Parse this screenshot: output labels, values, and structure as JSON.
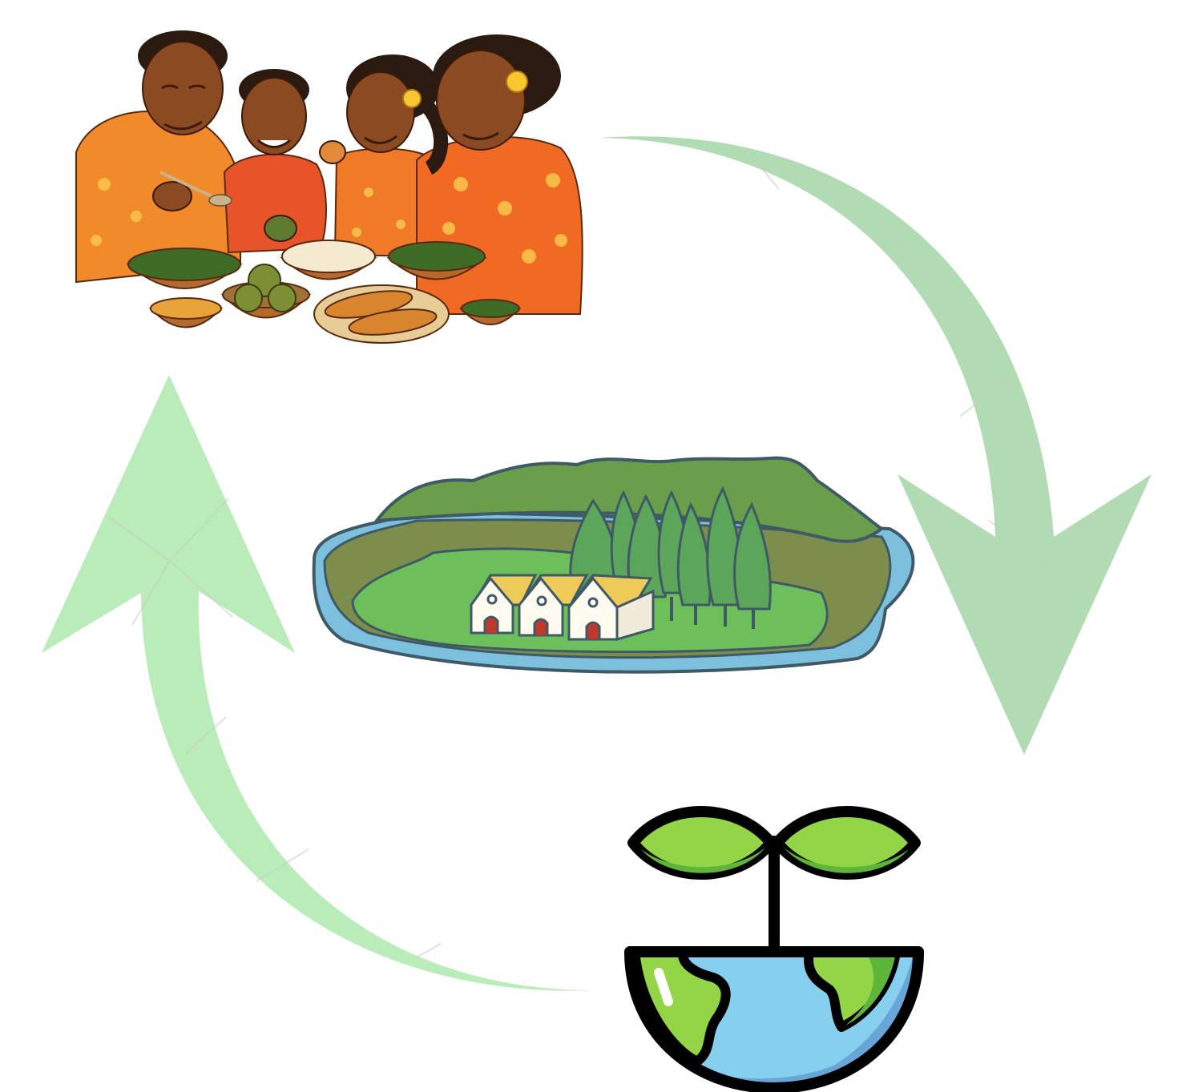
{
  "diagram": {
    "type": "cycle",
    "nodes": [
      {
        "id": "family-meal",
        "icon": "family-eating-icon"
      },
      {
        "id": "island-village",
        "icon": "island-village-icon"
      },
      {
        "id": "earth-sprout",
        "icon": "earth-sprout-icon"
      }
    ],
    "arrows": [
      {
        "from": "family-meal",
        "to": "earth-sprout",
        "direction": "clockwise"
      },
      {
        "from": "earth-sprout",
        "to": "family-meal",
        "direction": "clockwise"
      }
    ]
  },
  "colors": {
    "arrow_right": "#b1dbb2",
    "arrow_left": "#b9ecb9",
    "arrow_seam": "#c8c8c8",
    "leaf": "#94d447",
    "leaf_shade": "#5db53a",
    "ocean": "#87cfee",
    "ocean_shade": "#69a6d8",
    "land": "#94d447",
    "land_shade": "#5db53a",
    "outline": "#000000",
    "hill": "#6a9e4a",
    "meadow": "#6dbf5c",
    "field": "#7d8d4c",
    "water": "#7cc0de",
    "tree": "#5ba65a",
    "house_wall": "#fffaf0",
    "house_roof": "#eecb59",
    "skin": "#8b4a22",
    "shirt_orange": "#f08a2a",
    "shirt_red": "#e8542a",
    "bowl": "#b5692d",
    "greens": "#3e6b25"
  }
}
